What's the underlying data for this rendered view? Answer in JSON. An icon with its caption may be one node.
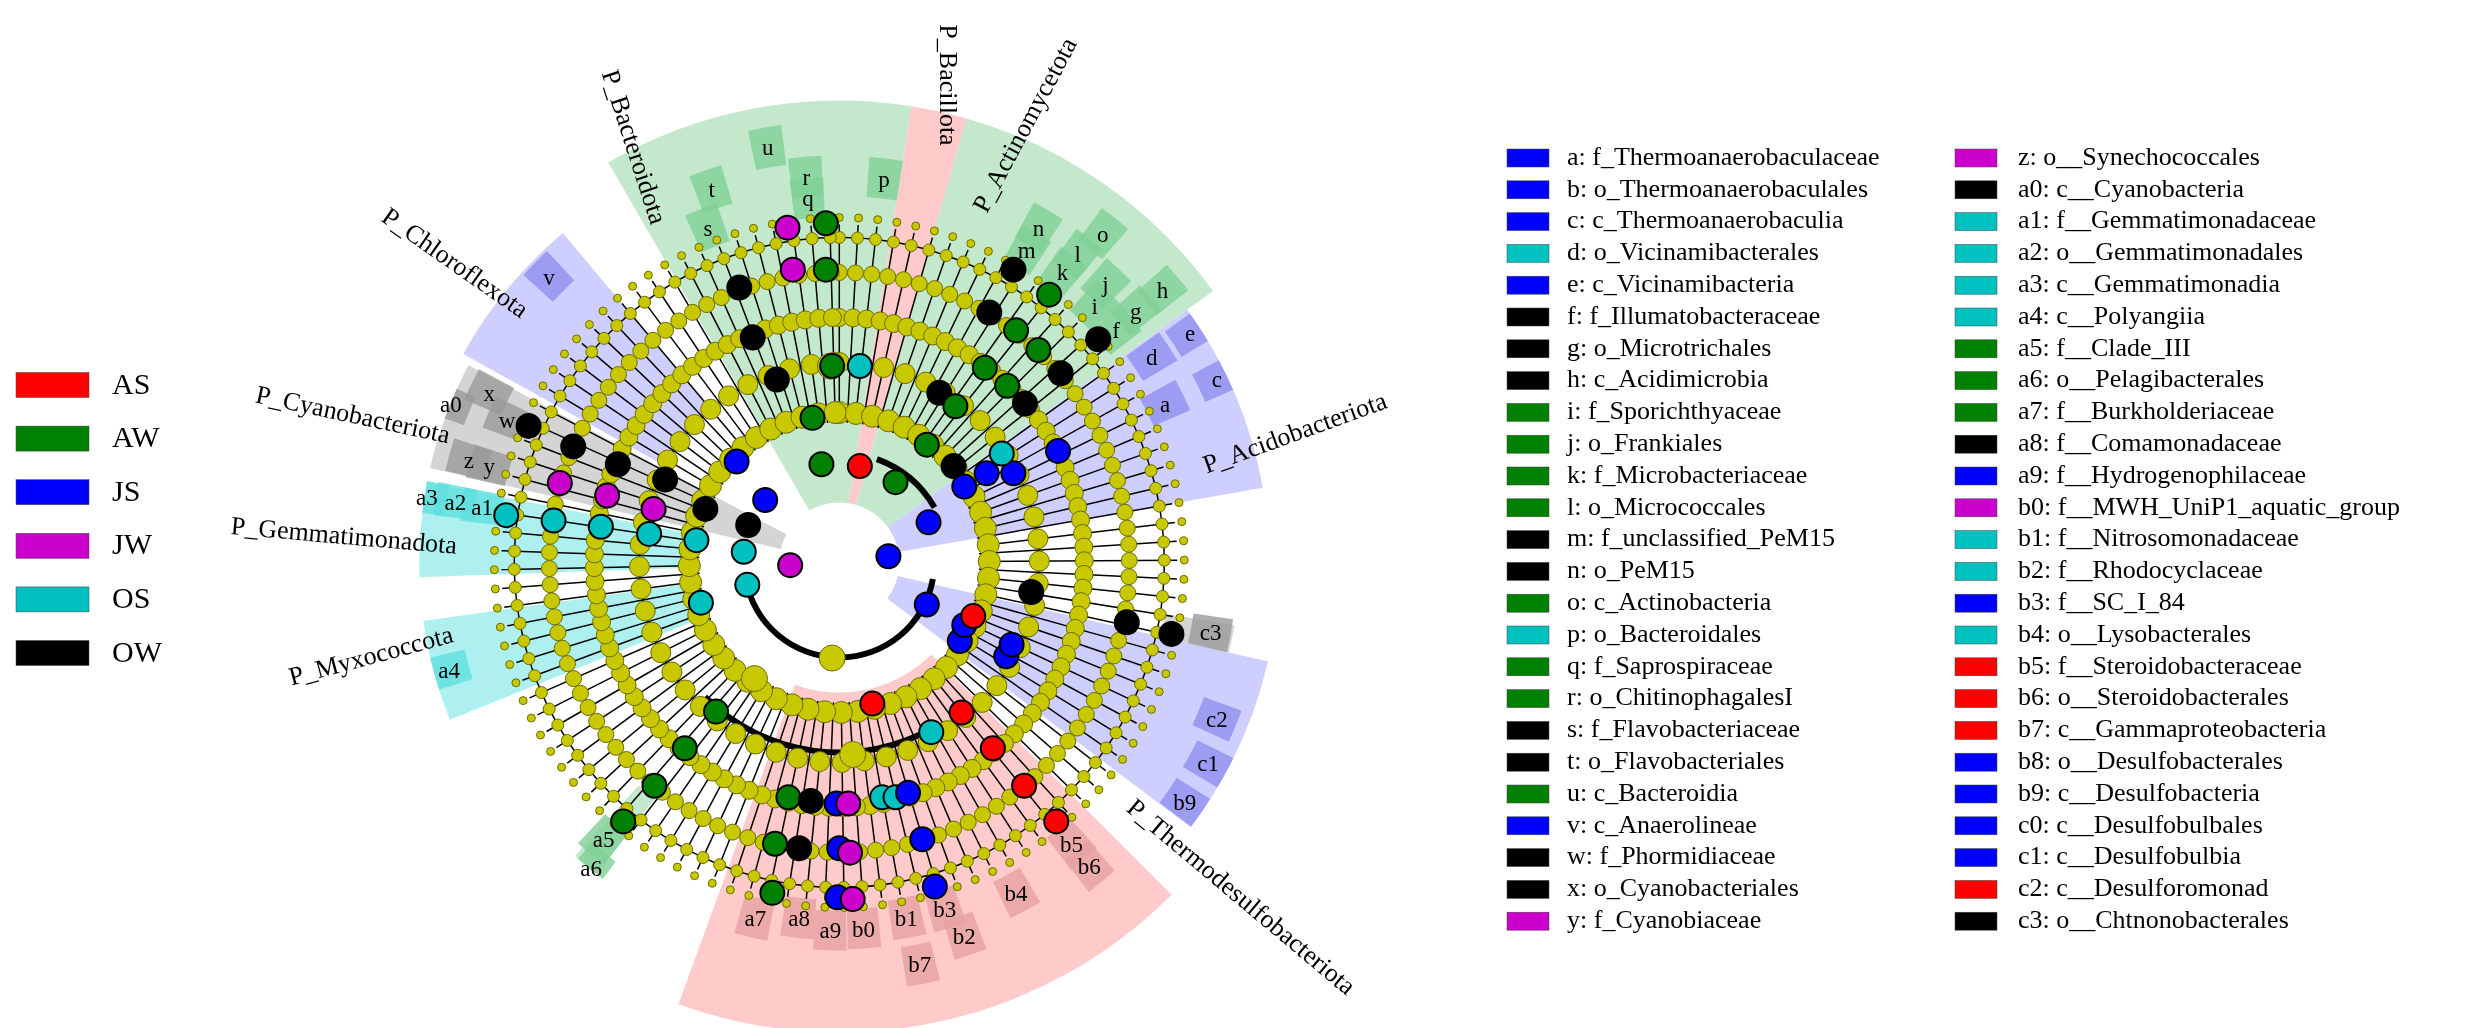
{
  "diagram": {
    "labels": [
      "P_Bacteroidota",
      "P_Bacillota",
      "P_Actinomycetota",
      "u",
      "t",
      "r",
      "p",
      "q",
      "s",
      "n",
      "o",
      "m",
      "l",
      "k",
      "P_Chloroflexota",
      "v",
      "j",
      "h",
      "i",
      "g",
      "f",
      "e",
      "d",
      "c",
      "x",
      "a0",
      "a",
      "P_Cyanobacteriota",
      "w",
      "P_Acidobacteriota",
      "z",
      "y",
      "a3",
      "a2",
      "a1",
      "P_Gemmatimonadota",
      "c3",
      "P_Myxococcota",
      "a4",
      "c2",
      "c1",
      "b9",
      "a5",
      "b5",
      "a6",
      "b6",
      "b4",
      "P_Thermodesulfobacteriota",
      "b3",
      "a7",
      "a8",
      "b1",
      "a9",
      "b0",
      "b2",
      "b7"
    ],
    "legend": [
      {
        "text": "AS",
        "color": "#ff0000"
      },
      {
        "text": "AW",
        "color": "#008000"
      },
      {
        "text": "JS",
        "color": "#0000ff"
      },
      {
        "text": "JW",
        "color": "#cc00cc"
      },
      {
        "text": "OS",
        "color": "#00c0c0"
      },
      {
        "text": "OW",
        "color": "#000000"
      },
      {
        "text": "a: f_Thermoanaerobaculaceae",
        "color": "#0000ff"
      },
      {
        "text": "b: o_Thermoanaerobaculales",
        "color": "#0000ff"
      },
      {
        "text": "c: c_Thermoanaerobaculia",
        "color": "#0000ff"
      },
      {
        "text": "d: o_Vicinamibacterales",
        "color": "#00c0c0"
      },
      {
        "text": "e: c_Vicinamibacteria",
        "color": "#0000ff"
      },
      {
        "text": "f: f_Illumatobacteraceae",
        "color": "#000000"
      },
      {
        "text": "g: o_Microtrichales",
        "color": "#000000"
      },
      {
        "text": "h: c_Acidimicrobia",
        "color": "#000000"
      },
      {
        "text": "i: f_Sporichthyaceae",
        "color": "#008000"
      },
      {
        "text": "j: o_Frankiales",
        "color": "#008000"
      },
      {
        "text": "k: f_Microbacteriaceae",
        "color": "#008000"
      },
      {
        "text": "l: o_Micrococcales",
        "color": "#008000"
      },
      {
        "text": "m: f_unclassified_PeM15",
        "color": "#000000"
      },
      {
        "text": "n: o_PeM15",
        "color": "#000000"
      },
      {
        "text": "o: c_Actinobacteria",
        "color": "#008000"
      },
      {
        "text": "p: o_Bacteroidales",
        "color": "#00c0c0"
      },
      {
        "text": "q: f_Saprospiraceae",
        "color": "#008000"
      },
      {
        "text": "r: o_ChitinophagalesI",
        "color": "#008000"
      },
      {
        "text": "s: f_Flavobacteriaceae",
        "color": "#000000"
      },
      {
        "text": "t: o_Flavobacteriales",
        "color": "#000000"
      },
      {
        "text": "u: c_Bacteroidia",
        "color": "#008000"
      },
      {
        "text": "v: c_Anaerolineae",
        "color": "#0000ff"
      },
      {
        "text": "w: f_Phormidiaceae",
        "color": "#000000"
      },
      {
        "text": "x: o_Cyanobacteriales",
        "color": "#000000"
      },
      {
        "text": "y: f_Cyanobiaceae",
        "color": "#cc00cc"
      },
      {
        "text": "z: o__Synechococcales",
        "color": "#cc00cc"
      },
      {
        "text": "a0: c__Cyanobacteria",
        "color": "#000000"
      },
      {
        "text": "a1: f__Gemmatimonadaceae",
        "color": "#00c0c0"
      },
      {
        "text": "a2: o__Gemmatimonadales",
        "color": "#00c0c0"
      },
      {
        "text": "a3: c__Gemmatimonadia",
        "color": "#00c0c0"
      },
      {
        "text": "a4: c__Polyangiia",
        "color": "#00c0c0"
      },
      {
        "text": "a5: f__Clade_III",
        "color": "#008000"
      },
      {
        "text": "a6: o__Pelagibacterales",
        "color": "#008000"
      },
      {
        "text": "a7: f__Burkholderiaceae",
        "color": "#008000"
      },
      {
        "text": "a8: f__Comamonadaceae",
        "color": "#000000"
      },
      {
        "text": "a9: f__Hydrogenophilaceae",
        "color": "#0000ff"
      },
      {
        "text": "b0: f__MWH_UniP1_aquatic_group",
        "color": "#cc00cc"
      },
      {
        "text": "b1: f__Nitrosomonadaceae",
        "color": "#00c0c0"
      },
      {
        "text": "b2: f__Rhodocyclaceae",
        "color": "#00c0c0"
      },
      {
        "text": "b3: f__SC_I_84",
        "color": "#0000ff"
      },
      {
        "text": "b4: o__Lysobacterales",
        "color": "#00c0c0"
      },
      {
        "text": "b5: f__Steroidobacteraceae",
        "color": "#ff0000"
      },
      {
        "text": "b6: o__Steroidobacterales",
        "color": "#ff0000"
      },
      {
        "text": "b7: c__Gammaproteobacteria",
        "color": "#ff0000"
      },
      {
        "text": "b8: o__Desulfobacterales",
        "color": "#0000ff"
      },
      {
        "text": "b9: c__Desulfobacteria",
        "color": "#0000ff"
      },
      {
        "text": "c0: c__Desulfobulbales",
        "color": "#0000ff"
      },
      {
        "text": "c1: c__Desulfobulbia",
        "color": "#0000ff"
      },
      {
        "text": "c2: c__Desulforomonad",
        "color": "#ff0000"
      },
      {
        "text": "c3: o__Chtnonobacterales",
        "color": "#000000"
      }
    ]
  }
}
